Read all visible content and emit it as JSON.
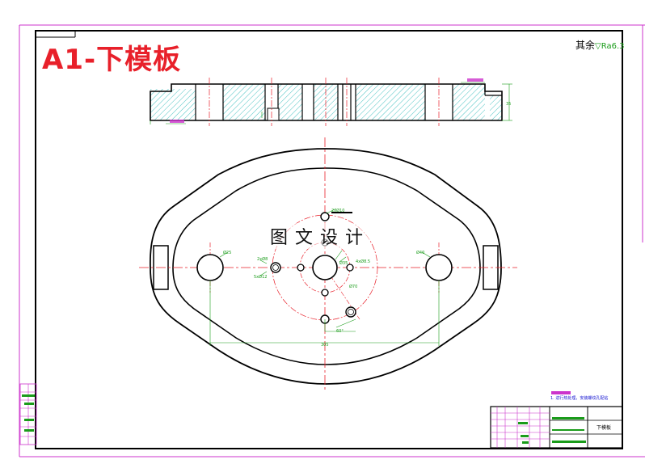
{
  "drawing": {
    "title": "A1-下模板",
    "roughness_text": "其余",
    "roughness_value": "Ra6.3",
    "watermark": "图文设计",
    "part_name": "下模板",
    "note": "1. 进行热处理，安装螺纹孔配钻",
    "colors": {
      "outline": "#000000",
      "centerline": "#e8202a",
      "dimension": "#1a9c1a",
      "hatch": "#19b3b3",
      "frame": "#cc33cc",
      "title_red": "#e8202a"
    }
  },
  "icons": {
    "roughness": "surface-roughness-icon"
  }
}
